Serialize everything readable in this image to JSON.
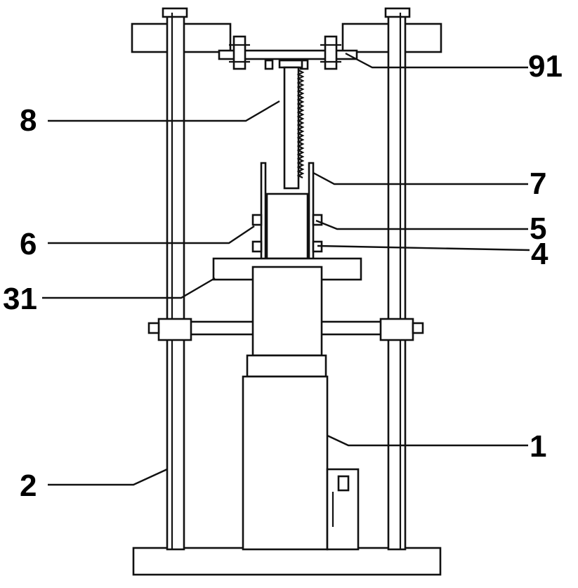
{
  "diagram": {
    "labels": {
      "l91": "91",
      "l8": "8",
      "l7": "7",
      "l5": "5",
      "l6": "6",
      "l4": "4",
      "l31": "31",
      "l1": "1",
      "l2": "2"
    }
  }
}
